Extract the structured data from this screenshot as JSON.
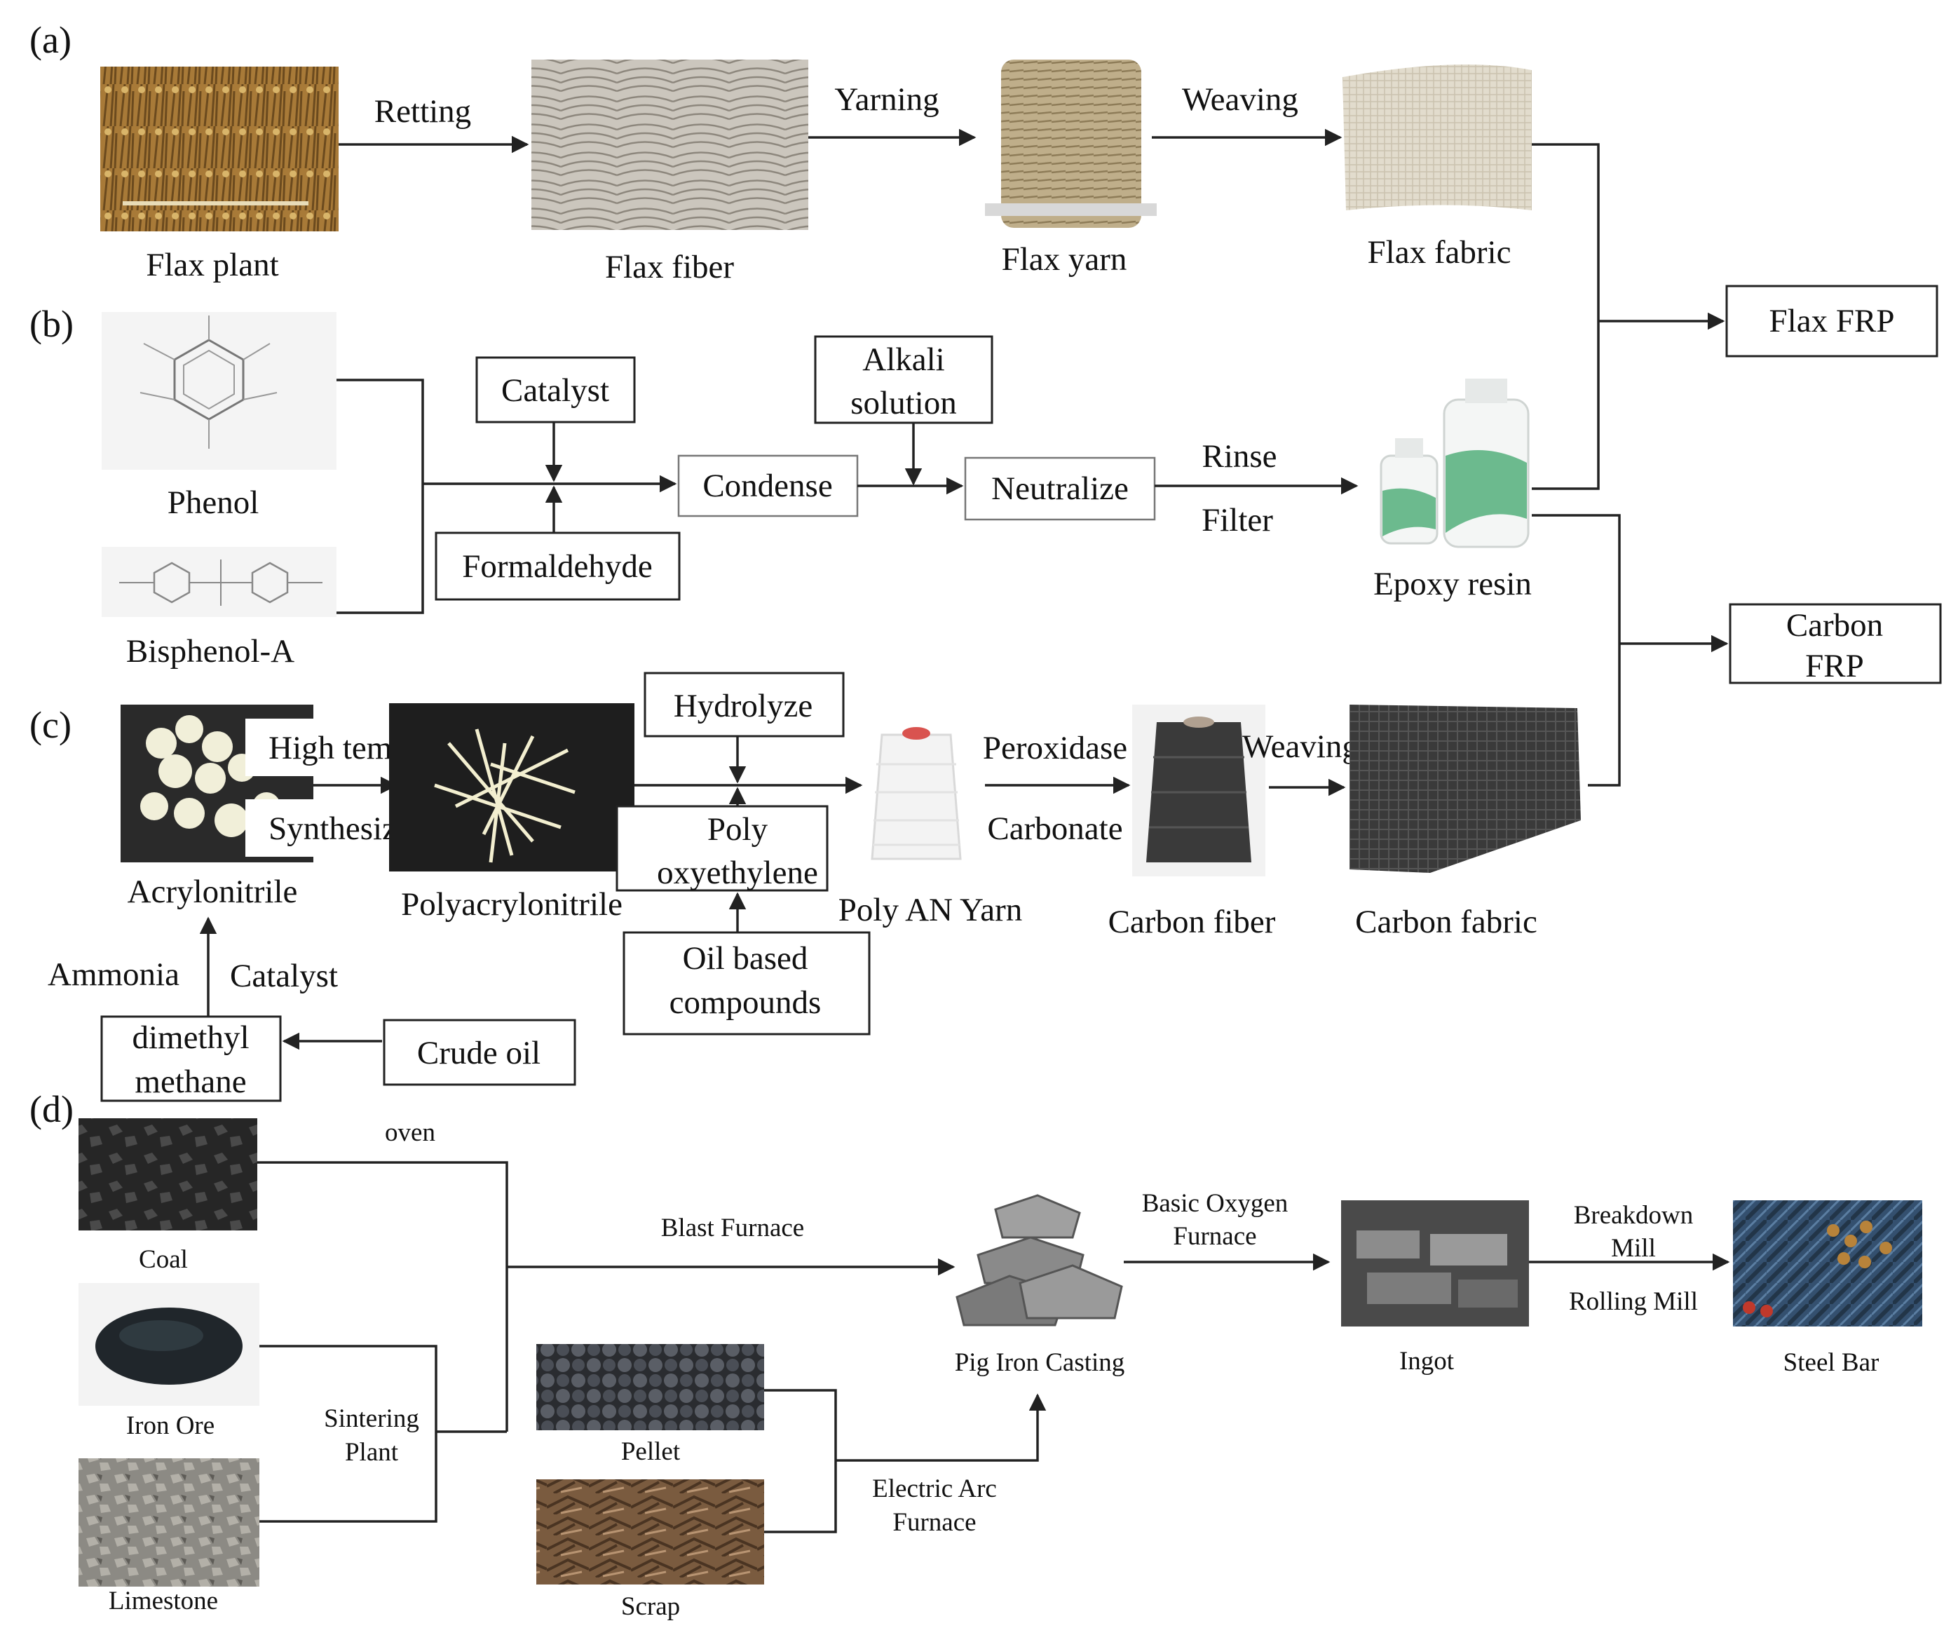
{
  "sections": {
    "a": "(a)",
    "b": "(b)",
    "c": "(c)",
    "d": "(d)"
  },
  "a": {
    "flax_plant": "Flax plant",
    "retting": "Retting",
    "flax_fiber": "Flax fiber",
    "yarning": "Yarning",
    "flax_yarn": "Flax yarn",
    "weaving": "Weaving",
    "flax_fabric": "Flax fabric",
    "flax_frp": "Flax FRP"
  },
  "b": {
    "phenol": "Phenol",
    "bisphenol_a": "Bisphenol-A",
    "catalyst": "Catalyst",
    "formaldehyde": "Formaldehyde",
    "condense": "Condense",
    "alkali_line1": "Alkali",
    "alkali_line2": "solution",
    "neutralize": "Neutralize",
    "rinse": "Rinse",
    "filter": "Filter",
    "epoxy_resin": "Epoxy resin",
    "carbon_frp_line1": "Carbon",
    "carbon_frp_line2": "FRP"
  },
  "c": {
    "acrylonitrile": "Acrylonitrile",
    "high_temp": "High temp",
    "synthesize": "Synthesize",
    "polyacrylonitrile": "Polyacrylonitrile",
    "hydrolyze": "Hydrolyze",
    "poly_line1": "Poly",
    "poly_line2": "oxyethylene",
    "oil_line1": "Oil based",
    "oil_line2": "compounds",
    "poly_an_yarn": "Poly AN Yarn",
    "peroxidase": "Peroxidase",
    "carbonate": "Carbonate",
    "carbon_fiber": "Carbon fiber",
    "weaving": "Weaving",
    "carbon_fabric": "Carbon fabric",
    "ammonia": "Ammonia",
    "catalyst": "Catalyst",
    "dimethyl_line1": "dimethyl",
    "dimethyl_line2": "methane",
    "crude_oil": "Crude oil"
  },
  "d": {
    "coal": "Coal",
    "oven": "oven",
    "iron_ore": "Iron Ore",
    "limestone": "Limestone",
    "sintering_line1": "Sintering",
    "sintering_line2": "Plant",
    "blast_furnace": "Blast Furnace",
    "pellet": "Pellet",
    "scrap": "Scrap",
    "eaf_line1": "Electric Arc",
    "eaf_line2": "Furnace",
    "pig_iron": "Pig Iron Casting",
    "bof_line1": "Basic Oxygen",
    "bof_line2": "Furnace",
    "ingot": "Ingot",
    "breakdown_line1": "Breakdown",
    "breakdown_line2": "Mill",
    "rolling_mill": "Rolling  Mill",
    "steel_bar": "Steel Bar"
  },
  "colors": {
    "line": "#222222",
    "flax_plant": "#a87a38",
    "flax_fiber": "#cbc6bd",
    "flax_yarn": "#bfae8a",
    "flax_fabric": "#e2dccd",
    "bottle_green": "#3fa66b",
    "acrylonitrile": "#f1efd9",
    "polyacrylonitrile_bg": "#1e1e1e",
    "yarn_white": "#f3f3f3",
    "carbon": "#3a3a3a",
    "coal": "#262626",
    "iron_ore": "#20262b",
    "limestone": "#8c8a84",
    "pellet": "#5a5e66",
    "scrap": "#7a5b3f",
    "pig_iron": "#8a8a8a",
    "ingot": "#6a6a6a",
    "steel_bar": "#34506f",
    "rebar_rust": "#b8833a"
  },
  "icons": {
    "flax_plant": "flax-plant-photo",
    "flax_fiber": "flax-fiber-photo",
    "flax_yarn": "flax-yarn-spool-photo",
    "flax_fabric": "flax-fabric-photo",
    "phenol": "phenol-structure",
    "bisphenol_a": "bisphenol-a-structure",
    "epoxy_resin": "epoxy-resin-bottles-photo",
    "acrylonitrile": "acrylonitrile-photo",
    "polyacrylonitrile": "polyacrylonitrile-photo",
    "poly_an_yarn": "yarn-spool-photo",
    "carbon_fiber": "carbon-fiber-spool-photo",
    "carbon_fabric": "carbon-fabric-photo",
    "coal": "coal-photo",
    "iron_ore": "iron-ore-photo",
    "limestone": "limestone-photo",
    "pellet": "pellet-photo",
    "scrap": "scrap-photo",
    "pig_iron": "pig-iron-photo",
    "ingot": "ingot-photo",
    "steel_bar": "steel-bar-photo"
  }
}
